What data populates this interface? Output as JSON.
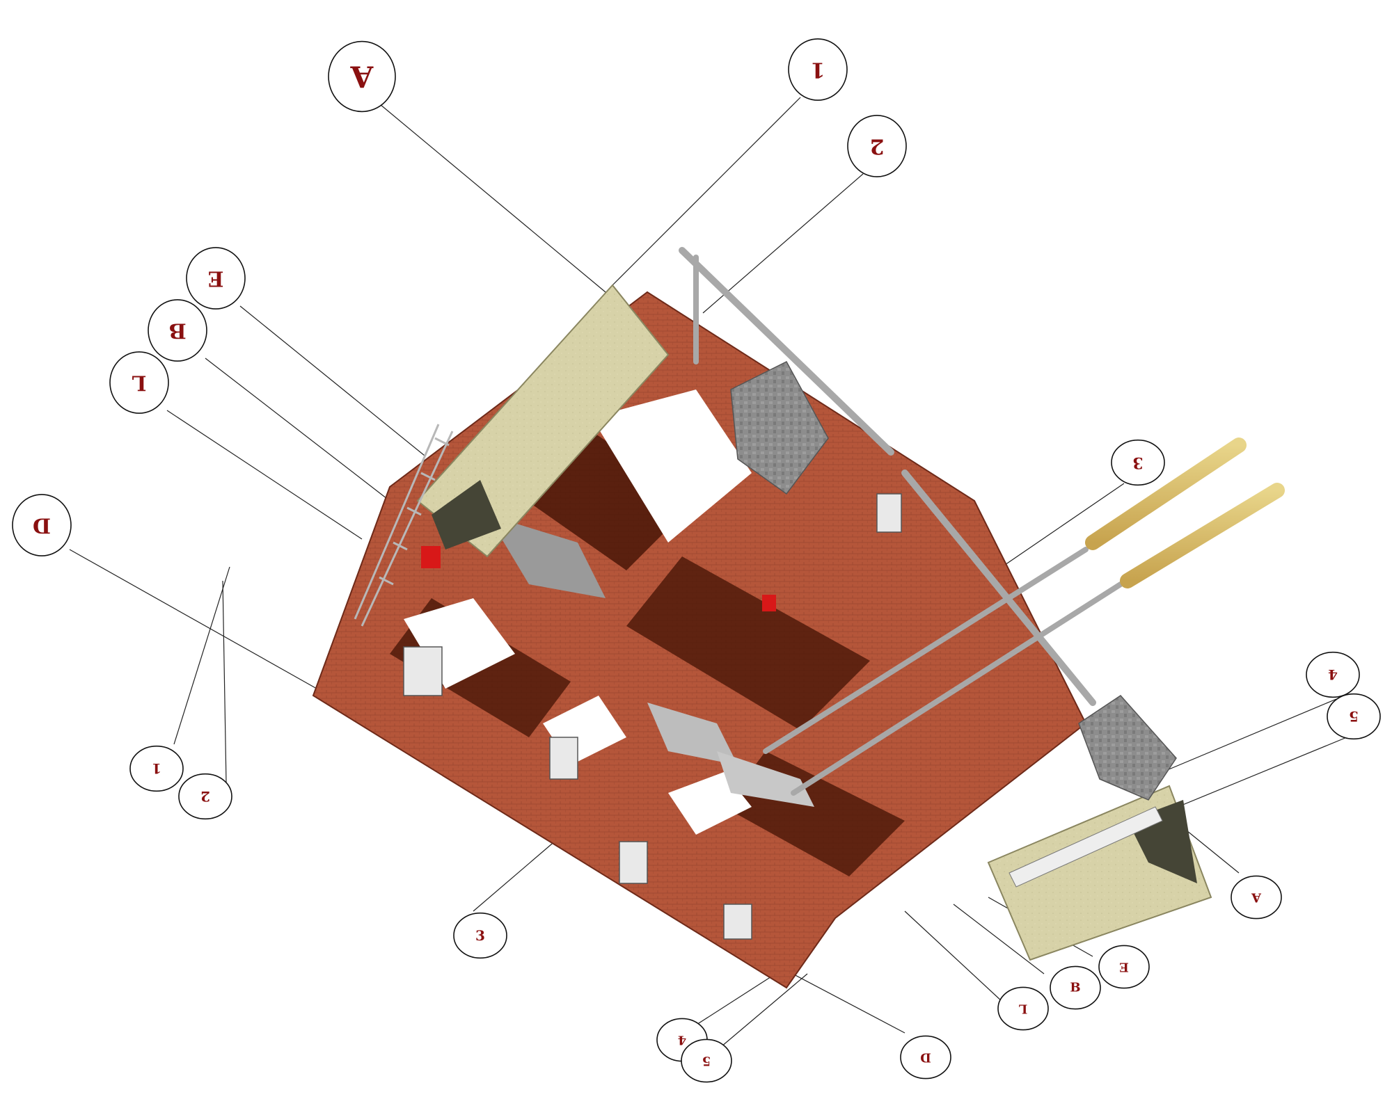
{
  "grid_bubbles": [
    {
      "label": "A"
    },
    {
      "label": "1"
    },
    {
      "label": "2"
    },
    {
      "label": "E"
    },
    {
      "label": "B"
    },
    {
      "label": "L"
    },
    {
      "label": "D"
    },
    {
      "label": "3"
    },
    {
      "label": "4"
    },
    {
      "label": "5"
    },
    {
      "label": "1"
    },
    {
      "label": "2"
    },
    {
      "label": "3"
    },
    {
      "label": "4"
    },
    {
      "label": "5"
    },
    {
      "label": "A"
    },
    {
      "label": "E"
    },
    {
      "label": "B"
    },
    {
      "label": "L"
    },
    {
      "label": "D"
    }
  ],
  "colors": {
    "brick": "#b5563a",
    "brick_dark": "#7a2f1e",
    "shadow": "#4a1608",
    "concrete": "#d7d2a8",
    "stone": "#8a8a8a",
    "pipe": "#a8a8a8",
    "wood_pipe": "#d9bd6a",
    "ink": "#8a1010"
  }
}
